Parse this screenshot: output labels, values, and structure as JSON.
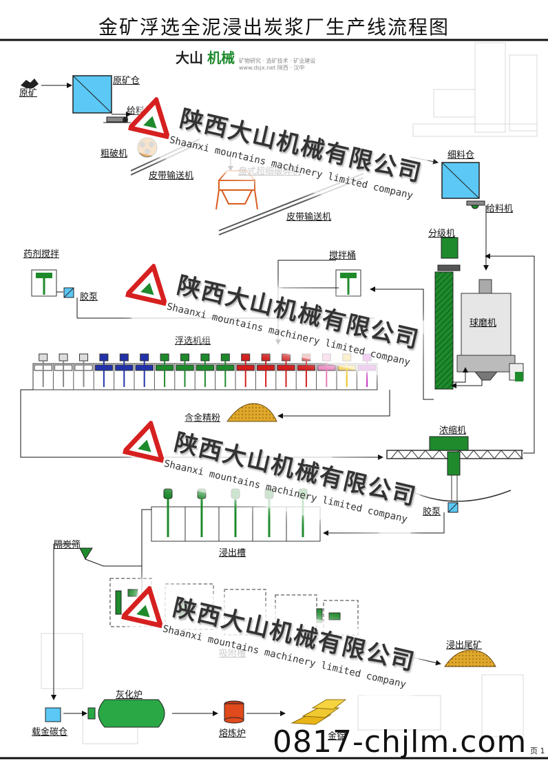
{
  "title": "金矿浮选全泥浸出炭浆厂生产线流程图",
  "logo": {
    "name_part1": "大山",
    "name_part2": "机械",
    "tagline": "矿物研究 · 选矿技术 · 矿业建设",
    "web": "www.dsjx.net  陕西 · 汉中"
  },
  "labels": {
    "raw_ore": "原矿",
    "raw_bin": "原矿仓",
    "feeder1": "给料机",
    "crusher": "粗破机",
    "belt1": "皮带输送机",
    "disc_crusher": "盘式超细破碎机",
    "belt2": "皮带输送机",
    "fine_bin": "细料仓",
    "feeder2": "给料机",
    "classifier": "分级机",
    "ball_mill": "球磨机",
    "reagent_mix": "药剂搅拌",
    "pump1": "胶泵",
    "agitator": "搅拌桶",
    "flotation": "浮选机组",
    "gold_concentrate": "含金精粉",
    "thickener": "浓缩机",
    "pump2": "胶泵",
    "leach_tank": "浸出槽",
    "carbon_screen": "隔炭筛",
    "adsorption": "吸附槽",
    "leach_tailings": "浸出尾矿",
    "loaded_carbon": "载金碳仓",
    "ashing_furnace": "灰化炉",
    "smelting_furnace": "熔炼炉",
    "gold": "金锭"
  },
  "watermark": {
    "cn": "陕西大山机械有限公司",
    "en": "Shaanxi mountains machinery limited company"
  },
  "footer": {
    "url": "0817-chjlm.com",
    "page": "页 1"
  },
  "colors": {
    "bin_fill": "#5bc8f5",
    "green": "#1e8a2c",
    "ore": "#d9a520",
    "furnace": "#2aa845",
    "crucible": "#e04a1c",
    "flotation_cells": [
      "#ffffff",
      "#ffffff",
      "#ffffff",
      "#2233aa",
      "#2233aa",
      "#2233aa",
      "#1e8a2c",
      "#1e8a2c",
      "#1e8a2c",
      "#1e8a2c",
      "#d21e1e",
      "#d21e1e",
      "#d21e1e",
      "#d21e1e",
      "#e87ab8",
      "#f0c020",
      "#c030c0"
    ]
  }
}
